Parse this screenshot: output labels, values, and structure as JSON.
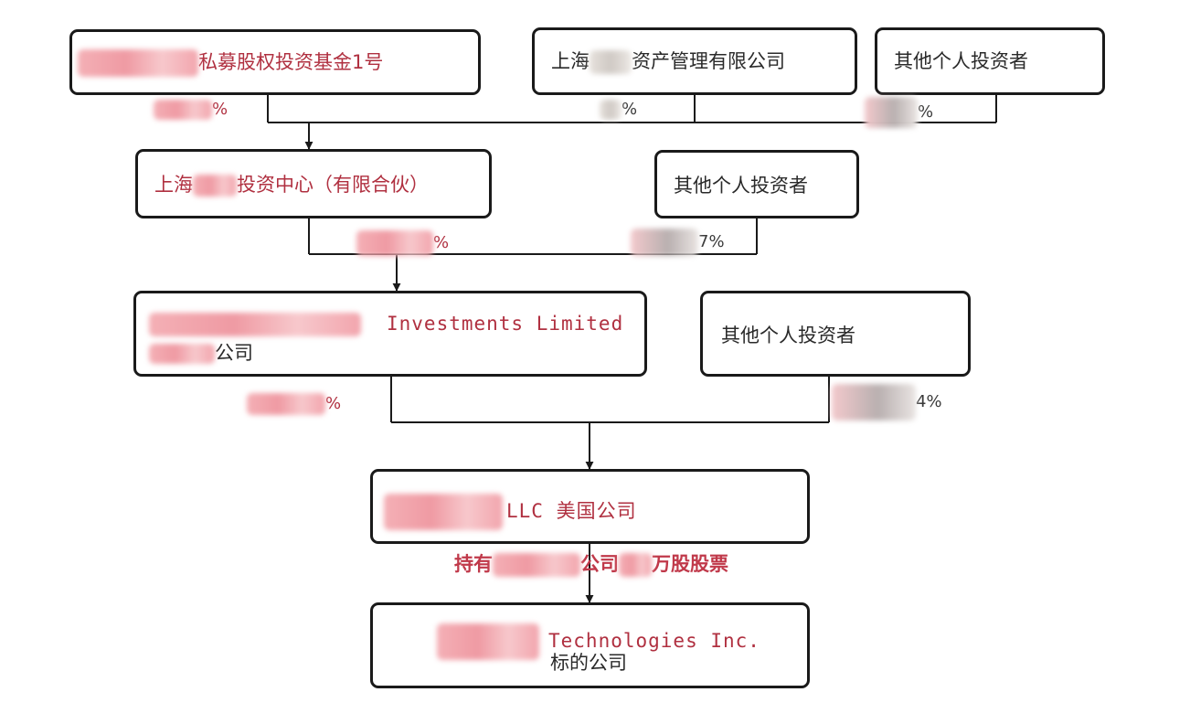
{
  "nodes": {
    "fund": {
      "text": "私募股权投资基金1号"
    },
    "asset_mgmt": {
      "prefix": "上海",
      "text": "资产管理有限公司"
    },
    "other_investors_1": {
      "text": "其他个人投资者"
    },
    "investment_center": {
      "prefix": "上海",
      "text": "投资中心（有限合伙）"
    },
    "other_investors_2": {
      "text": "其他个人投资者"
    },
    "investments_ltd": {
      "text_en": "Investments Limited",
      "text_cn": "公司"
    },
    "other_investors_3": {
      "text": "其他个人投资者"
    },
    "llc": {
      "text": "LLC 美国公司"
    },
    "target": {
      "text_en": "Technologies Inc.",
      "text_cn": "标的公司"
    }
  },
  "percentages": {
    "fund": "%",
    "asset_mgmt": "%",
    "other_investors_1": "%",
    "investment_center": "%",
    "other_investors_2": "7%",
    "investments_ltd": "%",
    "other_investors_3": "4%"
  },
  "holding": {
    "prefix": "持有",
    "middle": "公司",
    "suffix": "万股股票"
  },
  "colors": {
    "border": "#1a1a1a",
    "red_text": "#b03040",
    "dark_text": "#2a2a2a"
  }
}
